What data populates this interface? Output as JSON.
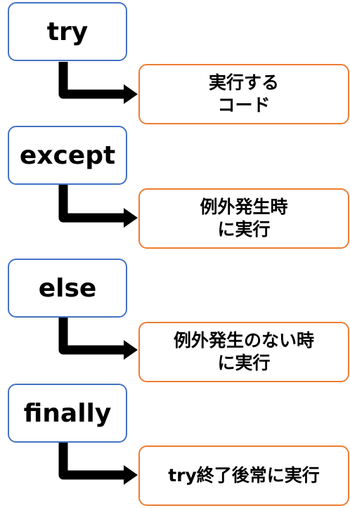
{
  "steps": [
    {
      "keyword": "try",
      "description": [
        "実行する",
        "コード"
      ]
    },
    {
      "keyword": "except",
      "description": [
        "例外発生時",
        "に実行"
      ]
    },
    {
      "keyword": "else",
      "description": [
        "例外発生のない時",
        "に実行"
      ]
    },
    {
      "keyword": "finally",
      "description": [
        "try終了後常に実行"
      ]
    }
  ],
  "colors": {
    "keyword_border": "#4472c4",
    "description_border": "#ed7d31",
    "arrow": "#000000"
  }
}
